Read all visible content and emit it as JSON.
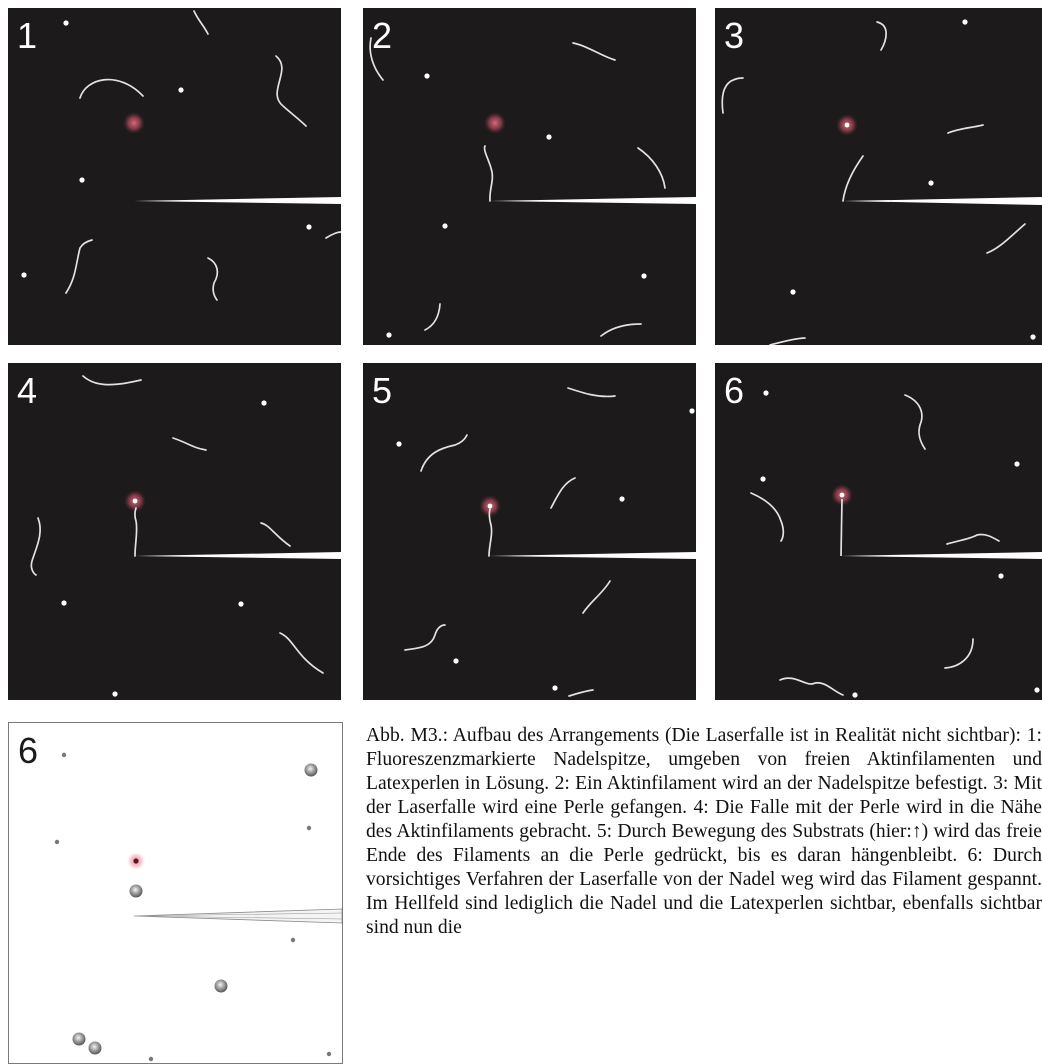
{
  "panels": [
    {
      "label": "1"
    },
    {
      "label": "2"
    },
    {
      "label": "3"
    },
    {
      "label": "4"
    },
    {
      "label": "5"
    },
    {
      "label": "6"
    }
  ],
  "brightfield_panel": {
    "label": "6"
  },
  "caption": "Abb. M3.: Aufbau des Arrangements (Die Laserfalle ist in Realität nicht sichtbar): 1: Fluoreszenzmarkierte Nadelspitze, umgeben von freien Aktinfilamenten und Latexperlen in Lösung. 2: Ein Aktinfilament wird an der Nadelspitze befestigt. 3: Mit der Laserfalle wird eine Perle gefangen. 4: Die Falle mit der Perle wird in die Nähe des Aktinfilaments gebracht. 5: Durch Bewegung des Substrats (hier:↑) wird das freie Ende des Filaments an die Perle gedrückt, bis es daran hängenbleibt. 6: Durch vorsichtiges Verfahren der Laserfalle von der Nadel weg wird das Filament gespannt. Im Hellfeld sind lediglich die Nadel und die Latexperlen sichtbar, ebenfalls sichtbar sind nun die",
  "colors": {
    "panel_bg": "#1c1a1a",
    "trap_glow": "#c0455a",
    "filament": "#e2e2e2"
  }
}
